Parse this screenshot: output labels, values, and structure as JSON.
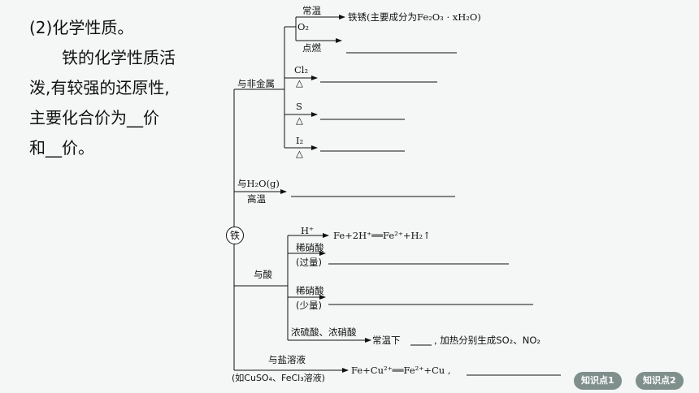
{
  "intro": {
    "heading": "(2)化学性质。",
    "line1": "铁的化学性质活",
    "line2": "泼,有较强的还原性,",
    "line3": "主要化合价为__价",
    "line4": "和__价。"
  },
  "diagram": {
    "center": "铁",
    "nonmetal": {
      "label": "与非金属",
      "o2": "O₂",
      "o2_cond_top": "常温",
      "o2_product": "铁锈(主要成分为Fe₂O₃ · xH₂O)",
      "o2_cond_bottom": "点燃",
      "cl2": "Cl₂",
      "s": "S",
      "i2": "I₂",
      "heat": "△"
    },
    "water": {
      "label": "与H₂O(g)",
      "cond": "高温"
    },
    "acid": {
      "label": "与酸",
      "h_plus": "H⁺",
      "h_eq": "Fe+2H⁺══Fe²⁺+H₂↑",
      "dilute_nitric": "稀硝酸",
      "excess": "(过量)",
      "little": "(少量)",
      "conc": "浓硫酸、浓硝酸",
      "conc_normal": "常温下",
      "conc_heat": ", 加热分别生成SO₂、NO₂"
    },
    "salt": {
      "label": "与盐溶液",
      "example": "(如CuSO₄、FeCl₃溶液)",
      "eq": "Fe+Cu²⁺══Fe²⁺+Cu ,"
    }
  },
  "nav": {
    "point1": "知识点1",
    "point2": "知识点2"
  }
}
